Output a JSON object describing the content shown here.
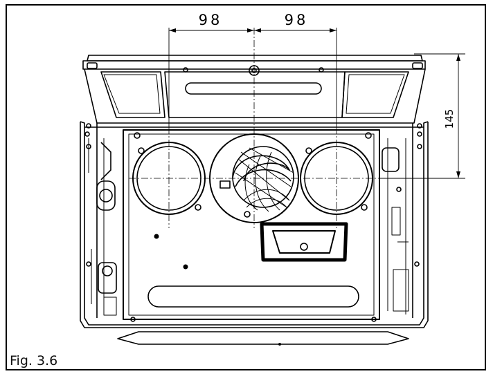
{
  "figure": {
    "caption": "Fig. 3.6",
    "dimensions": {
      "left_spacing": "98",
      "right_spacing": "98",
      "vertical_height": "145"
    }
  }
}
